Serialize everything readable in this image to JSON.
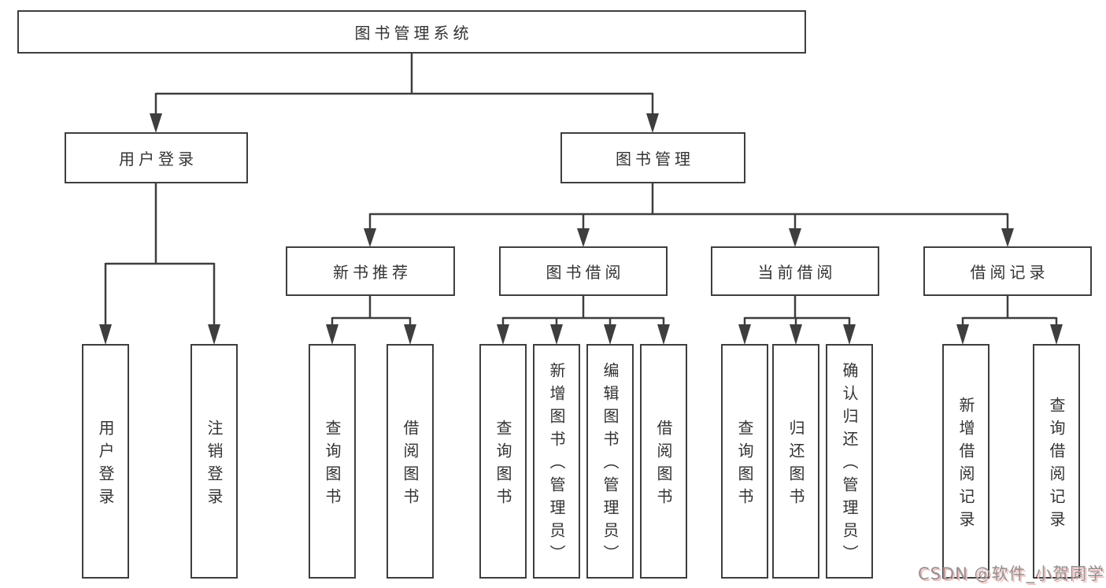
{
  "diagram": {
    "title": "图书管理系统",
    "tree": {
      "label": "图书管理系统",
      "children": [
        {
          "label": "用户登录",
          "children": [
            {
              "label": "用户登录"
            },
            {
              "label": "注销登录"
            }
          ]
        },
        {
          "label": "图书管理",
          "children": [
            {
              "label": "新书推荐",
              "children": [
                {
                  "label": "查询图书"
                },
                {
                  "label": "借阅图书"
                }
              ]
            },
            {
              "label": "图书借阅",
              "children": [
                {
                  "label": "查询图书"
                },
                {
                  "label": "新增图书（管理员）"
                },
                {
                  "label": "编辑图书（管理员）"
                },
                {
                  "label": "借阅图书"
                }
              ]
            },
            {
              "label": "当前借阅",
              "children": [
                {
                  "label": "查询图书"
                },
                {
                  "label": "归还图书"
                },
                {
                  "label": "确认归还（管理员）"
                }
              ]
            },
            {
              "label": "借阅记录",
              "children": [
                {
                  "label": "新增借阅记录"
                },
                {
                  "label": "查询借阅记录"
                }
              ]
            }
          ]
        }
      ]
    },
    "colors": {
      "line": "#3e3e3e",
      "box_border": "#3e3e3e",
      "text": "#333333",
      "background": "#ffffff",
      "watermark_text": "#919191",
      "watermark_shadow": "#f3bcbc"
    }
  },
  "watermark": {
    "text": "CSDN @软件_小贺同学"
  }
}
